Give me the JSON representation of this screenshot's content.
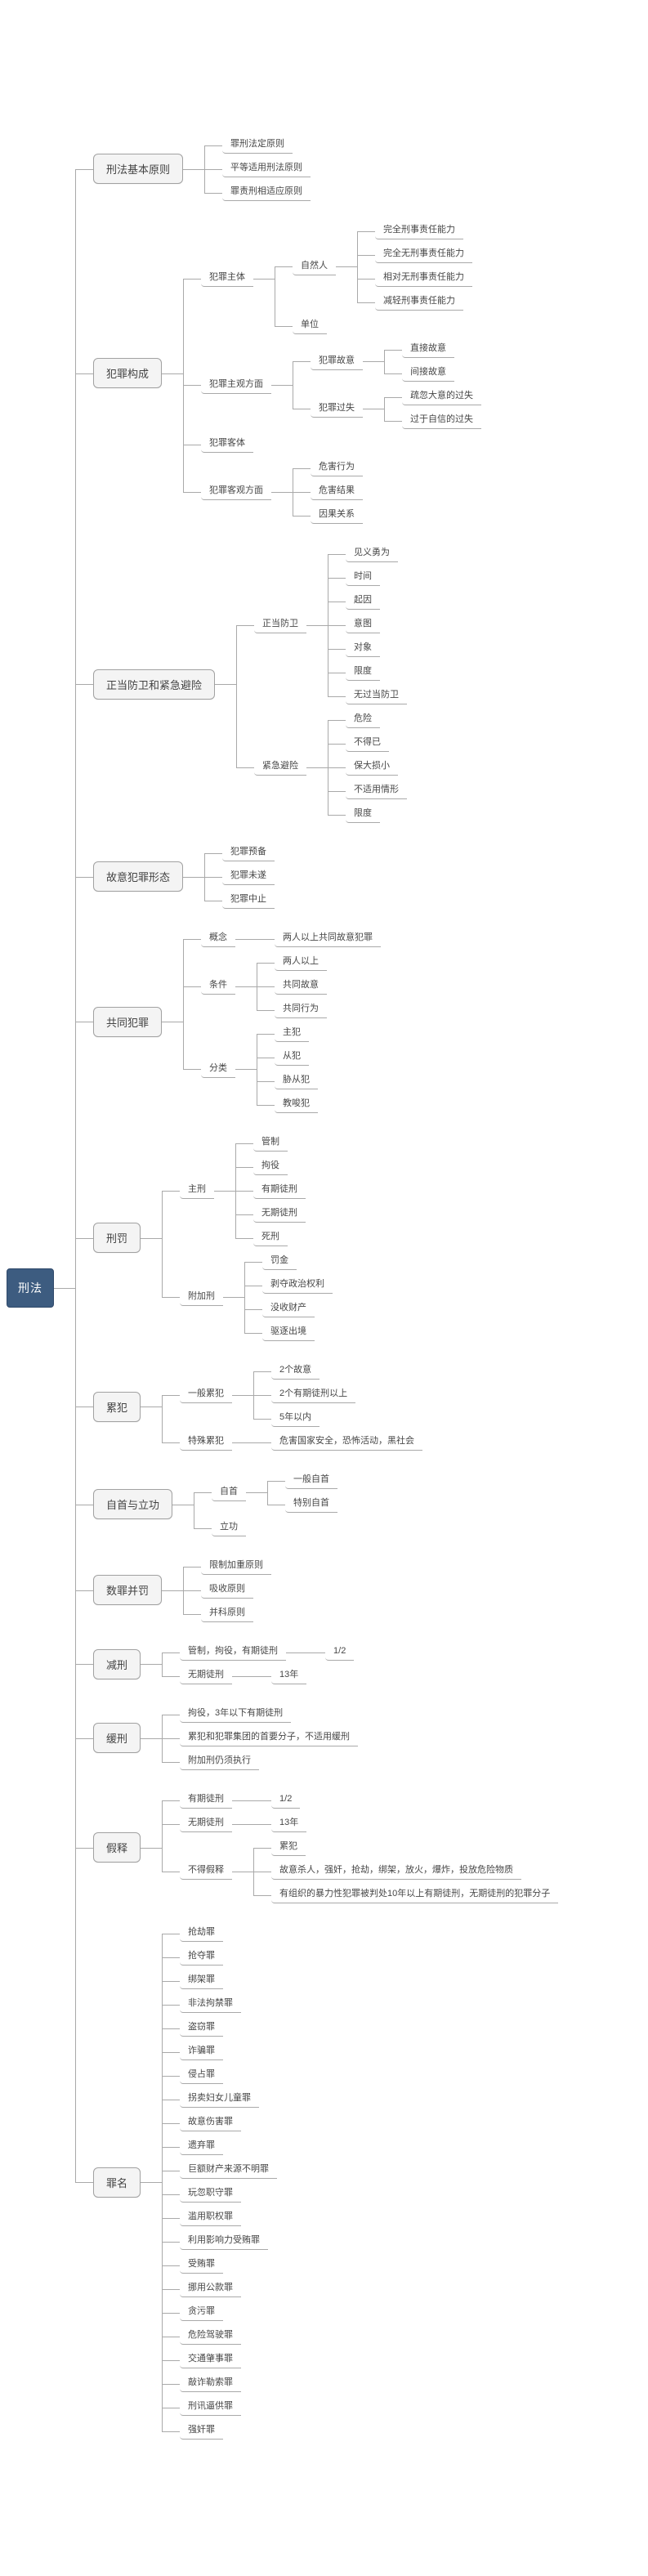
{
  "mindmap": {
    "colors": {
      "root_bg": "#3d5c80",
      "root_text": "#ffffff",
      "branch_bg": "#f4f4f4",
      "branch_border": "#a1a1a1",
      "connector_line": "#a9a9a9",
      "topic_text": "#474747"
    },
    "root": {
      "label": "刑法",
      "children": [
        {
          "label": "刑法基本原则",
          "children": [
            {
              "label": "罪刑法定原则"
            },
            {
              "label": "平等适用刑法原则"
            },
            {
              "label": "罪责刑相适应原则"
            }
          ]
        },
        {
          "label": "犯罪构成",
          "children": [
            {
              "label": "犯罪主体",
              "children": [
                {
                  "label": "自然人",
                  "children": [
                    {
                      "label": "完全刑事责任能力"
                    },
                    {
                      "label": "完全无刑事责任能力"
                    },
                    {
                      "label": "相对无刑事责任能力"
                    },
                    {
                      "label": "减轻刑事责任能力"
                    }
                  ]
                },
                {
                  "label": "单位"
                }
              ]
            },
            {
              "label": "犯罪主观方面",
              "children": [
                {
                  "label": "犯罪故意",
                  "children": [
                    {
                      "label": "直接故意"
                    },
                    {
                      "label": "间接故意"
                    }
                  ]
                },
                {
                  "label": "犯罪过失",
                  "children": [
                    {
                      "label": "疏忽大意的过失"
                    },
                    {
                      "label": "过于自信的过失"
                    }
                  ]
                }
              ]
            },
            {
              "label": "犯罪客体"
            },
            {
              "label": "犯罪客观方面",
              "children": [
                {
                  "label": "危害行为"
                },
                {
                  "label": "危害结果"
                },
                {
                  "label": "因果关系"
                }
              ]
            }
          ]
        },
        {
          "label": "正当防卫和紧急避险",
          "children": [
            {
              "label": "正当防卫",
              "children": [
                {
                  "label": "见义勇为"
                },
                {
                  "label": "时间"
                },
                {
                  "label": "起因"
                },
                {
                  "label": "意图"
                },
                {
                  "label": "对象"
                },
                {
                  "label": "限度"
                },
                {
                  "label": "无过当防卫"
                }
              ]
            },
            {
              "label": "紧急避险",
              "children": [
                {
                  "label": "危险"
                },
                {
                  "label": "不得已"
                },
                {
                  "label": "保大损小"
                },
                {
                  "label": "不适用情形"
                },
                {
                  "label": "限度"
                }
              ]
            }
          ]
        },
        {
          "label": "故意犯罪形态",
          "children": [
            {
              "label": "犯罪预备"
            },
            {
              "label": "犯罪未遂"
            },
            {
              "label": "犯罪中止"
            }
          ]
        },
        {
          "label": "共同犯罪",
          "children": [
            {
              "label": "概念",
              "children": [
                {
                  "label": "两人以上共同故意犯罪"
                }
              ]
            },
            {
              "label": "条件",
              "children": [
                {
                  "label": "两人以上"
                },
                {
                  "label": "共同故意"
                },
                {
                  "label": "共同行为"
                }
              ]
            },
            {
              "label": "分类",
              "children": [
                {
                  "label": "主犯"
                },
                {
                  "label": "从犯"
                },
                {
                  "label": "胁从犯"
                },
                {
                  "label": "教唆犯"
                }
              ]
            }
          ]
        },
        {
          "label": "刑罚",
          "children": [
            {
              "label": "主刑",
              "children": [
                {
                  "label": "管制"
                },
                {
                  "label": "拘役"
                },
                {
                  "label": "有期徒刑"
                },
                {
                  "label": "无期徒刑"
                },
                {
                  "label": "死刑"
                }
              ]
            },
            {
              "label": "附加刑",
              "children": [
                {
                  "label": "罚金"
                },
                {
                  "label": "剥夺政治权利"
                },
                {
                  "label": "没收财产"
                },
                {
                  "label": "驱逐出境"
                }
              ]
            }
          ]
        },
        {
          "label": "累犯",
          "children": [
            {
              "label": "一般累犯",
              "children": [
                {
                  "label": "2个故意"
                },
                {
                  "label": "2个有期徒刑以上"
                },
                {
                  "label": "5年以内"
                }
              ]
            },
            {
              "label": "特殊累犯",
              "children": [
                {
                  "label": "危害国家安全，恐怖活动，黑社会"
                }
              ]
            }
          ]
        },
        {
          "label": "自首与立功",
          "children": [
            {
              "label": "自首",
              "children": [
                {
                  "label": "一般自首"
                },
                {
                  "label": "特别自首"
                }
              ]
            },
            {
              "label": "立功"
            }
          ]
        },
        {
          "label": "数罪并罚",
          "children": [
            {
              "label": "限制加重原则"
            },
            {
              "label": "吸收原则"
            },
            {
              "label": "并科原则"
            }
          ]
        },
        {
          "label": "减刑",
          "children": [
            {
              "label": "管制，拘役，有期徒刑",
              "children": [
                {
                  "label": "1/2"
                }
              ]
            },
            {
              "label": "无期徒刑",
              "children": [
                {
                  "label": "13年"
                }
              ]
            }
          ]
        },
        {
          "label": "缓刑",
          "children": [
            {
              "label": "拘役，3年以下有期徒刑"
            },
            {
              "label": "累犯和犯罪集团的首要分子，不适用缓刑"
            },
            {
              "label": "附加刑仍须执行"
            }
          ]
        },
        {
          "label": "假释",
          "children": [
            {
              "label": "有期徒刑",
              "children": [
                {
                  "label": "1/2"
                }
              ]
            },
            {
              "label": "无期徒刑",
              "children": [
                {
                  "label": "13年"
                }
              ]
            },
            {
              "label": "不得假释",
              "children": [
                {
                  "label": "累犯"
                },
                {
                  "label": "故意杀人，强奸，抢劫，绑架，放火，爆炸，投放危险物质"
                },
                {
                  "label": "有组织的暴力性犯罪被判处10年以上有期徒刑，无期徒刑的犯罪分子"
                }
              ]
            }
          ]
        },
        {
          "label": "罪名",
          "children": [
            {
              "label": "抢劫罪"
            },
            {
              "label": "抢夺罪"
            },
            {
              "label": "绑架罪"
            },
            {
              "label": "非法拘禁罪"
            },
            {
              "label": "盗窃罪"
            },
            {
              "label": "诈骗罪"
            },
            {
              "label": "侵占罪"
            },
            {
              "label": "拐卖妇女儿童罪"
            },
            {
              "label": "故意伤害罪"
            },
            {
              "label": "遗弃罪"
            },
            {
              "label": "巨额财产来源不明罪"
            },
            {
              "label": "玩忽职守罪"
            },
            {
              "label": "滥用职权罪"
            },
            {
              "label": "利用影响力受贿罪"
            },
            {
              "label": "受贿罪"
            },
            {
              "label": "挪用公款罪"
            },
            {
              "label": "贪污罪"
            },
            {
              "label": "危险驾驶罪"
            },
            {
              "label": "交通肇事罪"
            },
            {
              "label": "敲诈勒索罪"
            },
            {
              "label": "刑讯逼供罪"
            },
            {
              "label": "强奸罪"
            }
          ]
        }
      ]
    }
  }
}
